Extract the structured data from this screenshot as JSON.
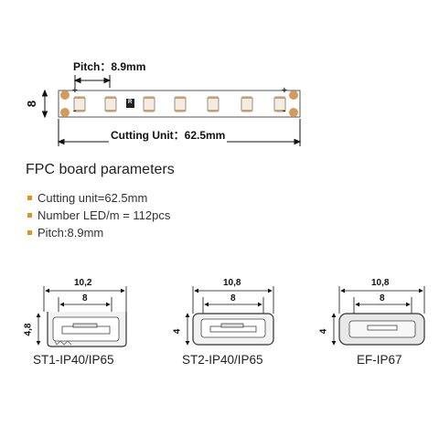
{
  "strip": {
    "pitch_label": "Pitch：8.9mm",
    "width_label": "8",
    "cutting_label": "Cutting Unit：62.5mm",
    "resistor_label": "R",
    "plus_sign": "+",
    "minus_sign": "-"
  },
  "fpc": {
    "title": "FPC board parameters",
    "params": [
      "Cutting unit=62.5mm",
      "Number LED/m = 112pcs",
      "Pitch:8.9mm"
    ]
  },
  "profiles": [
    {
      "outer": "10,2",
      "inner": "8",
      "height": "4,8",
      "caption": "ST1-IP40/IP65"
    },
    {
      "outer": "10,8",
      "inner": "8",
      "height": "4",
      "caption": "ST2-IP40/IP65"
    },
    {
      "outer": "10,8",
      "inner": "8",
      "height": "4",
      "caption": "EF-IP67"
    }
  ],
  "colors": {
    "accent": "#e8901e",
    "pad": "#d49a5a",
    "led": "#f3ece0"
  }
}
